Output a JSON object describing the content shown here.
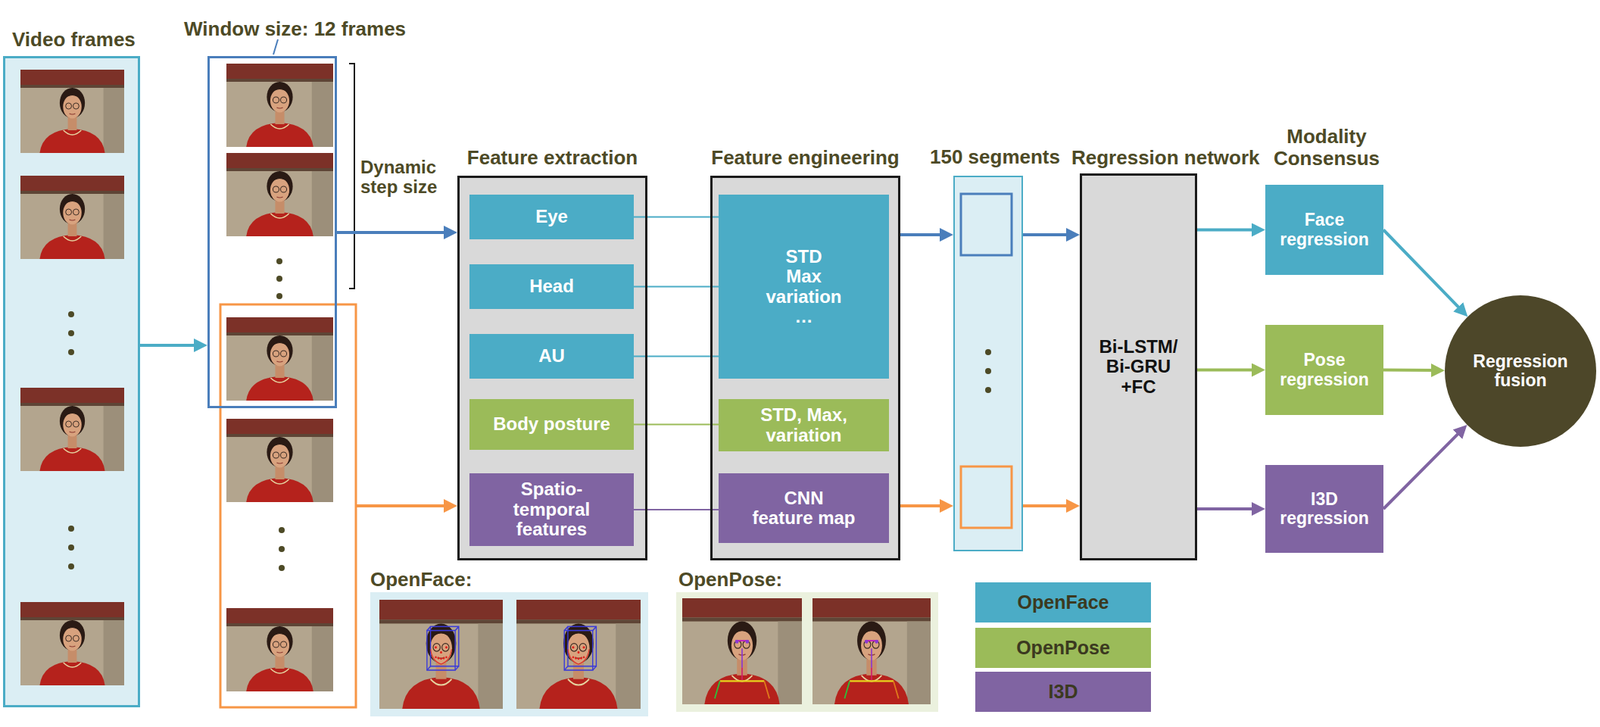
{
  "diagram": {
    "nodes": [
      {
        "text": [
          "Video frames"
        ]
      },
      {
        "text": [
          "Window size: 12 frames"
        ]
      },
      {
        "text": [
          "Feature extraction"
        ]
      },
      {
        "text": [
          "Eye"
        ],
        "in": 2
      },
      {
        "text": [
          "Head"
        ],
        "in": 2
      },
      {
        "text": [
          "AU"
        ],
        "in": 2
      },
      {
        "text": [
          "Body posture"
        ],
        "in": 2
      },
      {
        "text": [
          "Spatio-temporal features"
        ],
        "in": 2
      },
      {
        "text": [
          "Feature engineering"
        ]
      },
      {
        "text": [
          "STD Max variation …"
        ],
        "in": 8
      },
      {
        "text": [
          "STD, Max, variation"
        ],
        "in": 8
      },
      {
        "text": [
          "CNN feature map"
        ],
        "in": 8
      },
      {
        "text": [
          "150 segments"
        ]
      },
      {
        "text": [
          "Regression network",
          "Bi-LSTM/ Bi-GRU +FC"
        ]
      },
      {
        "text": [
          "Face regression"
        ]
      },
      {
        "text": [
          "Pose regression"
        ]
      },
      {
        "text": [
          "I3D regression"
        ]
      },
      {
        "text": [
          "Regression fusion"
        ]
      },
      {
        "text": [
          "OpenFace:"
        ]
      },
      {
        "text": [
          "OpenPose:"
        ]
      }
    ],
    "edges": [
      {
        "from": 0,
        "to": 1,
        "arrow": "to"
      },
      {
        "from": 1,
        "to": 2,
        "arrow": "to"
      },
      {
        "from": 3,
        "to": 9,
        "arrow": "none"
      },
      {
        "from": 4,
        "to": 9,
        "arrow": "none"
      },
      {
        "from": 5,
        "to": 9,
        "arrow": "none"
      },
      {
        "from": 6,
        "to": 10,
        "arrow": "none"
      },
      {
        "from": 7,
        "to": 11,
        "arrow": "none"
      },
      {
        "from": 8,
        "to": 12,
        "arrow": "to"
      },
      {
        "from": 8,
        "to": 12,
        "arrow": "to"
      },
      {
        "from": 12,
        "to": 13,
        "arrow": "to"
      },
      {
        "from": 12,
        "to": 13,
        "arrow": "to"
      },
      {
        "from": 13,
        "to": 14,
        "arrow": "to"
      },
      {
        "from": 13,
        "to": 15,
        "arrow": "to"
      },
      {
        "from": 13,
        "to": 16,
        "arrow": "to"
      },
      {
        "from": 14,
        "to": 17,
        "arrow": "to"
      },
      {
        "from": 15,
        "to": 17,
        "arrow": "to"
      },
      {
        "from": 16,
        "to": 17,
        "arrow": "to"
      }
    ],
    "labels": [
      "Dynamic step size",
      "Modality Consensus"
    ],
    "legend": [
      {
        "text": "OpenFace",
        "color": "#4bacc6"
      },
      {
        "text": "OpenPose",
        "color": "#9bbb59"
      },
      {
        "text": "I3D",
        "color": "#8064a2"
      }
    ]
  }
}
